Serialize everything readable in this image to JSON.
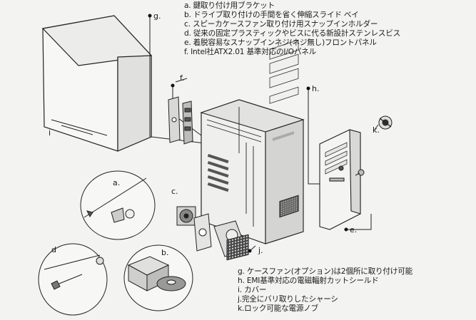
{
  "legend_top": [
    "a. 鍵取り付け用ブラケット",
    "b. ドライブ取り付けの手間を省く伸縮スライド ベイ",
    "c. スピーカケースファン取り付け用スナップインホルダー",
    "d. 従来の固定プラスティックやビスに代る新設計ステンレスビス",
    "e. 着脱容易なスナップインネジ(ネジ無し)フロントパネル",
    "f. Intel社ATX2.01 基準対応のI/Oパネル"
  ],
  "legend_bottom": [
    "g. ケースファン(オプション)は2個所に取り付け可能",
    "h. EMI基準対応の電磁輻射カットシールド",
    "i. カバー",
    "j.完全にバリ取りしたシャーシ",
    "k.ロック可能な電源ノブ"
  ],
  "callouts": {
    "a": "a.",
    "b": "b.",
    "c": "c.",
    "d": "d",
    "e": "e.",
    "f": "f.",
    "g": "g.",
    "h": "h.",
    "i": "i",
    "j": "j.",
    "k": "k."
  }
}
